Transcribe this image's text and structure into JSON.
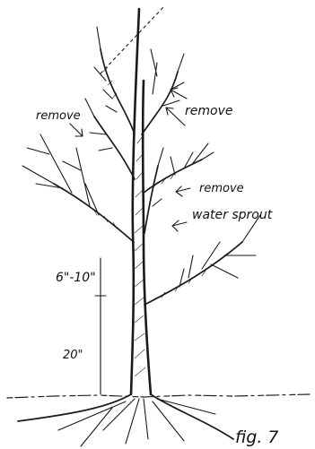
{
  "labels": {
    "remove_left": "remove",
    "remove_top_right": "remove",
    "remove_mid_right": "remove",
    "water_sprout": "water sprout",
    "height_upper": "6\"-10\"",
    "height_lower": "20\"",
    "figure_caption": "fig. 7"
  },
  "colors": {
    "ink": "#1a1a1a",
    "paper": "#ffffff"
  }
}
